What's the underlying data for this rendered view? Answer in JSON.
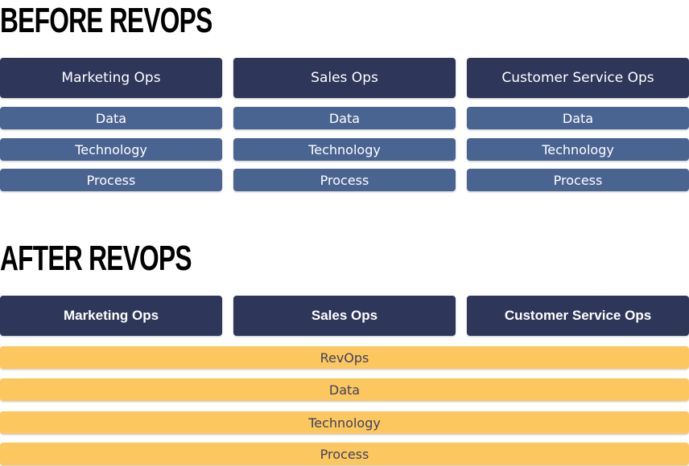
{
  "before": {
    "heading": "BEFORE REVOPS",
    "columns": [
      {
        "title": "Marketing Ops",
        "rows": [
          "Data",
          "Technology",
          "Process"
        ]
      },
      {
        "title": "Sales Ops",
        "rows": [
          "Data",
          "Technology",
          "Process"
        ]
      },
      {
        "title": "Customer Service Ops",
        "rows": [
          "Data",
          "Technology",
          "Process"
        ]
      }
    ]
  },
  "after": {
    "heading": "AFTER REVOPS",
    "columns": [
      "Marketing Ops",
      "Sales Ops",
      "Customer Service Ops"
    ],
    "bands": [
      "RevOps",
      "Data",
      "Technology",
      "Process"
    ]
  },
  "colors": {
    "header": "#2e3659",
    "sub_row": "#4a6491",
    "band": "#fdc75f",
    "band_text": "#3d4260"
  }
}
